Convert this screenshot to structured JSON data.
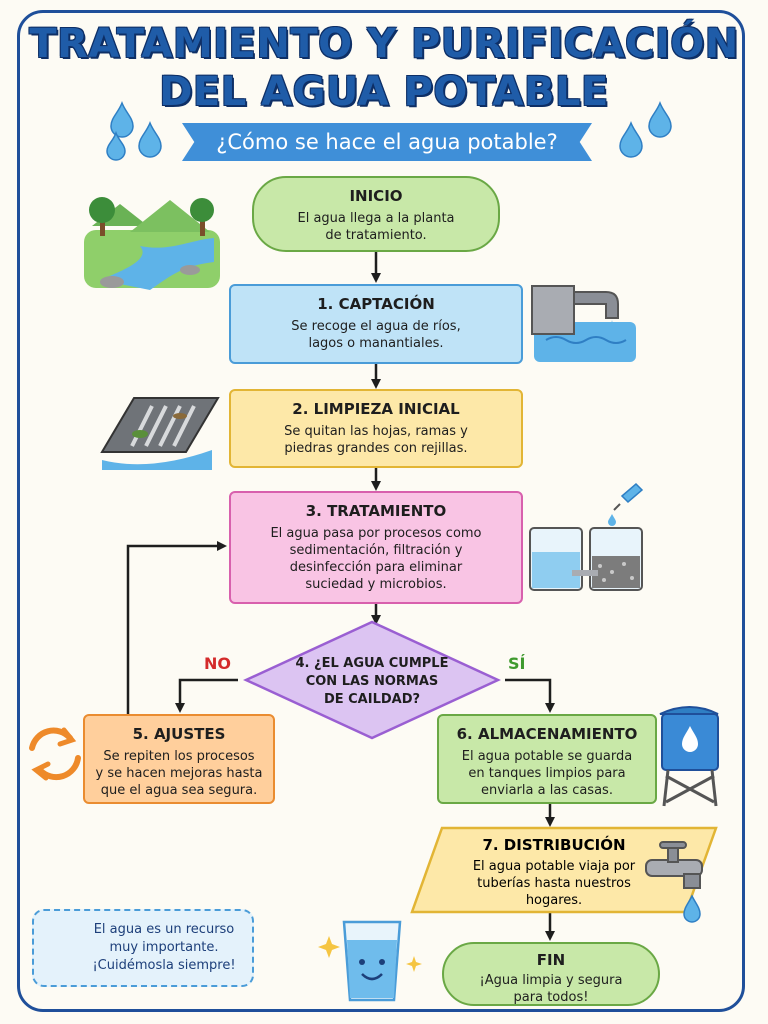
{
  "title": {
    "line1": "TRATAMIENTO Y PURIFICACIÓN",
    "line2": "DEL AGUA POTABLE"
  },
  "subtitle": "¿Cómo se hace el agua potable?",
  "steps": {
    "start": {
      "title": "INICIO",
      "text": "El agua llega a la planta\nde tratamiento."
    },
    "capture": {
      "title": "1. CAPTACIÓN",
      "text": "Se recoge el agua de ríos,\nlagos o manantiales."
    },
    "cleaning": {
      "title": "2. LIMPIEZA INICIAL",
      "text": "Se quitan las hojas, ramas y\npiedras grandes con rejillas."
    },
    "treatment": {
      "title": "3. TRATAMIENTO",
      "text": "El agua pasa por procesos como\nsedimentación, filtración y\ndesinfección para eliminar\nsuciedad y microbios."
    },
    "decision": {
      "text": "4. ¿EL AGUA CUMPLE\nCON LAS NORMAS\nDE CAILDAD?",
      "no_label": "NO",
      "yes_label": "SÍ"
    },
    "adjust": {
      "title": "5. AJUSTES",
      "text": "Se repiten los procesos\ny se hacen mejoras hasta\nque el agua sea segura."
    },
    "storage": {
      "title": "6. ALMACENAMIENTO",
      "text": "El agua potable se guarda\nen tanques limpios para\nenviarla a las casas."
    },
    "distribution": {
      "title": "7. DISTRIBUCIÓN",
      "text": "El agua potable viaja por\ntuberías hasta nuestros\nhogares."
    },
    "end": {
      "title": "FIN",
      "text": "¡Agua limpia y segura\npara todos!"
    }
  },
  "note": {
    "text": "El agua es un recurso\nmuy importante.\n¡Cuidémosla siempre!"
  },
  "icons": [
    "water-drop-icon",
    "river-landscape-icon",
    "pipe-outlet-icon",
    "grate-icon",
    "filter-tanks-icon",
    "recycle-arrows-icon",
    "water-tower-icon",
    "faucet-icon",
    "smiling-glass-icon"
  ],
  "colors": {
    "title": "#1f5ca8",
    "banner": "#3f8fd8",
    "green": "#c8e8a8",
    "blue": "#bfe3f7",
    "yellow": "#fde8a8",
    "pink": "#f9c4e4",
    "orange": "#ffcf9c",
    "purple": "#dcc4f2",
    "no": "#d42a2a",
    "yes": "#3f9a2e"
  }
}
